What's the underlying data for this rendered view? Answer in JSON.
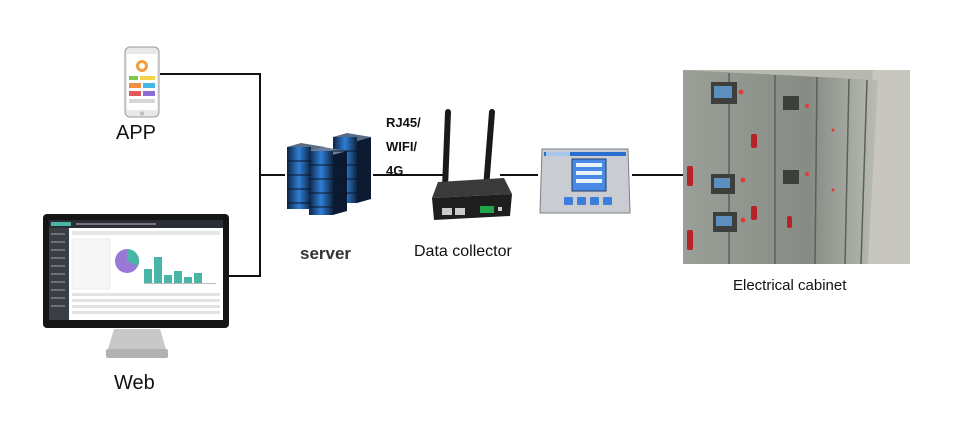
{
  "labels": {
    "app": "APP",
    "web": "Web",
    "server": "server",
    "protocols": [
      "RJ45/",
      "WIFI/",
      "4G"
    ],
    "collector": "Data collector",
    "cabinet": "Electrical cabinet"
  },
  "colors": {
    "line": "#111111",
    "server_blue": "#2a73c9",
    "server_dark": "#10243e",
    "screen_teal": "#49b5a7",
    "meter_screen": "#3a7de0",
    "cabinet_metal": "#8f948c"
  },
  "icons": {
    "phone": "smartphone-icon",
    "monitor": "desktop-monitor-icon",
    "server": "server-rack-icon",
    "router": "router-icon",
    "meter": "power-meter-icon",
    "cabinet": "electrical-cabinet-photo"
  }
}
